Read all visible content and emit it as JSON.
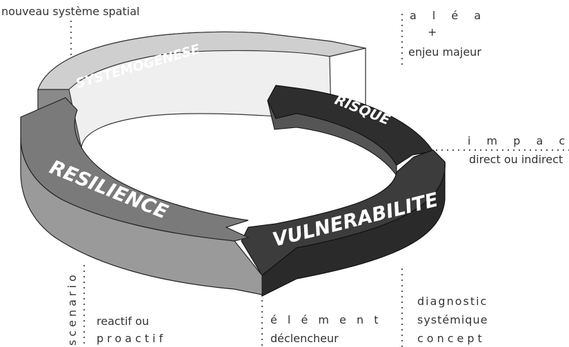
{
  "segments": {
    "systemogenese": "SYSTEMOGENESE",
    "risque": "RISQUE",
    "vulnerabilite": "VULNERABILITE",
    "resilience": "RESILIENCE"
  },
  "annotations": {
    "top_left": "nouveau système spatial",
    "alea": "a l é a",
    "plus": "+",
    "enjeu": "enjeu majeur",
    "impact": "i m p a c t",
    "direct": "direct ou indirect",
    "scenario": "scenario",
    "reactif_1": "reactif  ou",
    "reactif_2": "proactif",
    "element_1": "é l é m e n t",
    "element_2": "déclencheur",
    "diag_1": "diagnostic",
    "diag_2": "systémique",
    "diag_3": "concept"
  },
  "colors": {
    "systemogenese_top": "#cfcfcf",
    "systemogenese_face": "#efefef",
    "risque": "#2e2e2e",
    "vulnerabilite": "#3c3c3c",
    "resilience": "#7a7a7a",
    "dotted": "#555555"
  }
}
